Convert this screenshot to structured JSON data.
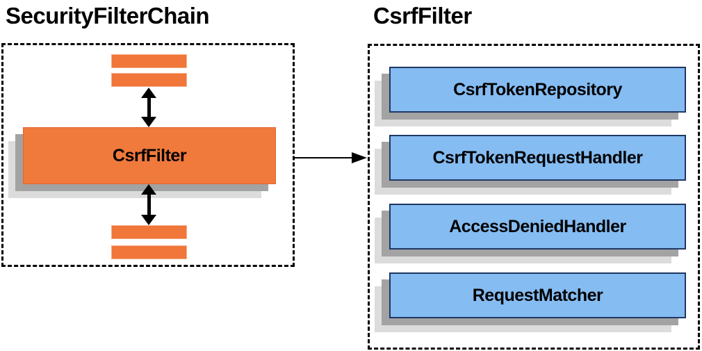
{
  "diagram": {
    "left_panel": {
      "title": "SecurityFilterChain",
      "csrf_filter_label": "CsrfFilter"
    },
    "right_panel": {
      "title": "CsrfFilter",
      "components": [
        {
          "label": "CsrfTokenRepository"
        },
        {
          "label": "CsrfTokenRequestHandler"
        },
        {
          "label": "AccessDeniedHandler"
        },
        {
          "label": "RequestMatcher"
        }
      ]
    },
    "colors": {
      "orange_fill": "#F0793C",
      "orange_bar_border": "#F5B08A",
      "orange_box_border": "#E2652F",
      "blue_fill": "#85BCF2",
      "blue_border": "#1F3864",
      "shadow_dark": "#A3A3A3",
      "shadow_light": "#DCDCDC",
      "arrow": "#000000",
      "dashed_border": "#000000",
      "text": "#000000",
      "background": "#FFFFFF"
    }
  }
}
